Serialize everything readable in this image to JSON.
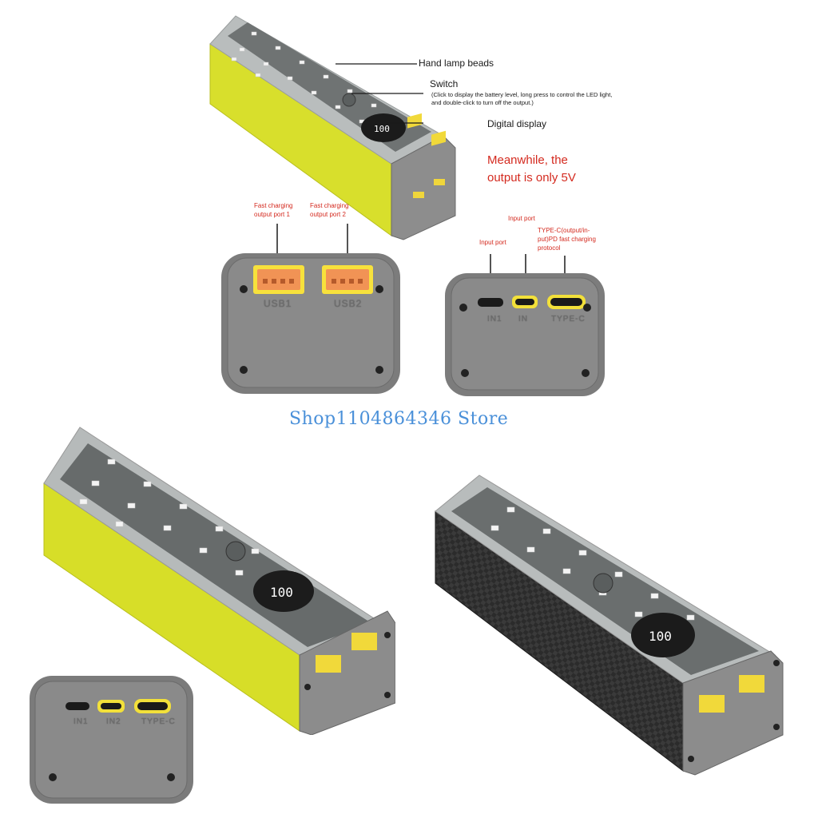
{
  "callouts": {
    "lamp_beads": "Hand lamp beads",
    "switch_title": "Switch",
    "switch_detail": "(Click to display the battery level, long press to control the LED light, and double-click to turn off the output.)",
    "digital_display": "Digital display",
    "note": "Meanwhile, the output is only 5V"
  },
  "output_ports": {
    "port1_caption": "Fast charging output port 1",
    "port2_caption": "Fast charging output port 2",
    "usb1_label": "USB1",
    "usb2_label": "USB2"
  },
  "input_ports": {
    "input_port_caption_a": "Input port",
    "input_port_caption_b": "Input port",
    "typec_caption": "TYPE-C(output/in-put)PD fast charging protocol",
    "in1_label": "IN1",
    "in2_label": "IN",
    "typec_label": "TYPE-C"
  },
  "small_endcap": {
    "in1_label": "IN1",
    "in2_label": "IN2",
    "typec_label": "TYPE-C"
  },
  "display_reading": "100",
  "watermark": "Shop1104864346 Store",
  "colors": {
    "yellow_panel": "#d9e02a",
    "endcap_gray": "#8a8a8a",
    "port_orange": "#f08a4b",
    "port_yellow": "#f2e03a",
    "red_text": "#d42a1f",
    "watermark_blue": "#4a90d9",
    "carbon_dark": "#2a2a2a"
  }
}
